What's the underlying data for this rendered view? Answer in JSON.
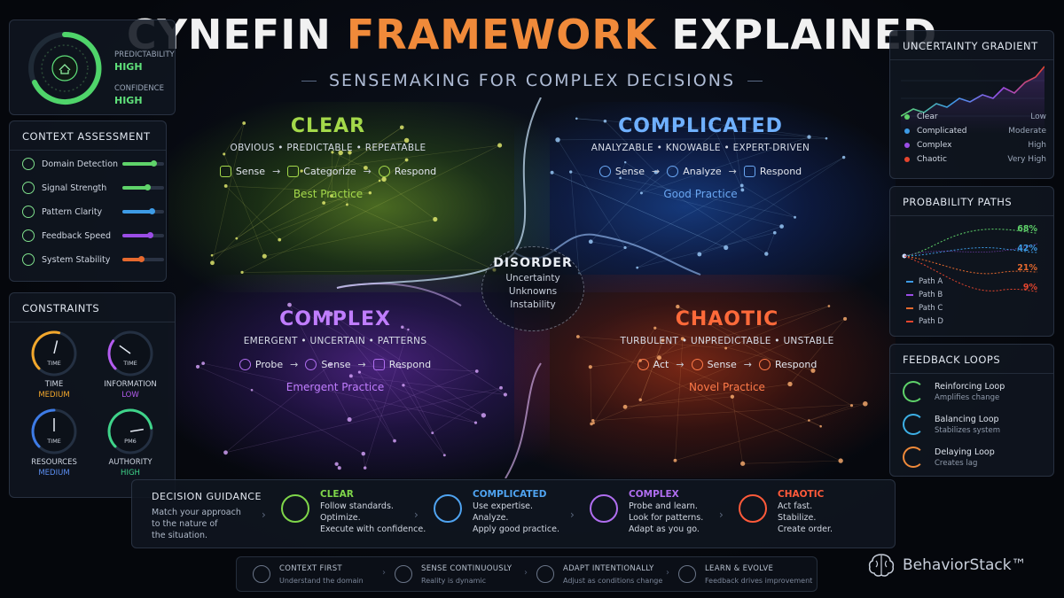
{
  "title": {
    "part1": "CYNEFIN ",
    "accent": "FRAMEWORK",
    "part2": " EXPLAINED"
  },
  "subtitle": "SENSEMAKING FOR COMPLEX DECISIONS",
  "colors": {
    "clear": "#a4d94a",
    "complicated": "#6fb0ff",
    "complex": "#c07dff",
    "chaotic": "#ff6a3a",
    "accent": "#f08a3a"
  },
  "domains": {
    "clear": {
      "name": "CLEAR",
      "tags": "OBVIOUS • PREDICTABLE • REPEATABLE",
      "steps": [
        "Sense",
        "Categorize",
        "Respond"
      ],
      "practice": "Best Practice"
    },
    "complicated": {
      "name": "COMPLICATED",
      "tags": "ANALYZABLE • KNOWABLE • EXPERT-DRIVEN",
      "steps": [
        "Sense",
        "Analyze",
        "Respond"
      ],
      "practice": "Good Practice"
    },
    "complex": {
      "name": "COMPLEX",
      "tags": "EMERGENT • UNCERTAIN • PATTERNS",
      "steps": [
        "Probe",
        "Sense",
        "Respond"
      ],
      "practice": "Emergent Practice"
    },
    "chaotic": {
      "name": "CHAOTIC",
      "tags": "TURBULENT • UNPREDICTABLE • UNSTABLE",
      "steps": [
        "Act",
        "Sense",
        "Respond"
      ],
      "practice": "Novel Practice"
    }
  },
  "disorder": {
    "name": "DISORDER",
    "lines": [
      "Uncertainty",
      "Unknowns",
      "Instability"
    ]
  },
  "predictability": {
    "label1": "PREDICTABILITY",
    "value1": "HIGH",
    "label2": "CONFIDENCE",
    "value2": "HIGH"
  },
  "context": {
    "title": "CONTEXT ASSESSMENT",
    "items": [
      {
        "label": "Domain Detection",
        "level": 0.75,
        "color": "#5fd36a"
      },
      {
        "label": "Signal Strength",
        "level": 0.6,
        "color": "#5fd36a"
      },
      {
        "label": "Pattern Clarity",
        "level": 0.7,
        "color": "#3d9be6"
      },
      {
        "label": "Feedback Speed",
        "level": 0.65,
        "color": "#9b4de6"
      },
      {
        "label": "System Stability",
        "level": 0.45,
        "color": "#e6692e"
      }
    ]
  },
  "constraints": {
    "title": "CONSTRAINTS",
    "gauges": [
      {
        "inner": "TIME",
        "caption": "TIME",
        "value": "MEDIUM",
        "color": "#f2a72c",
        "valueColor": "#f2a72c",
        "level": 0.55
      },
      {
        "inner": "TIME",
        "caption": "INFORMATION",
        "value": "LOW",
        "color": "#b45cf0",
        "valueColor": "#b45cf0",
        "level": 0.3
      },
      {
        "inner": "TIME",
        "caption": "RESOURCES",
        "value": "MEDIUM",
        "color": "#3d7be6",
        "valueColor": "#5b8ef0",
        "level": 0.5
      },
      {
        "inner": "PM6",
        "caption": "AUTHORITY",
        "value": "HIGH",
        "color": "#3fd48a",
        "valueColor": "#3fd48a",
        "level": 0.8
      }
    ]
  },
  "gradient": {
    "title": "UNCERTAINTY GRADIENT",
    "rows": [
      {
        "name": "Clear",
        "level": "Low",
        "color": "#5fd36a"
      },
      {
        "name": "Complicated",
        "level": "Moderate",
        "color": "#3d9be6"
      },
      {
        "name": "Complex",
        "level": "High",
        "color": "#9b4de6"
      },
      {
        "name": "Chaotic",
        "level": "Very High",
        "color": "#e6452e"
      }
    ]
  },
  "probability": {
    "title": "PROBABILITY PATHS",
    "pcts": [
      {
        "value": "68%",
        "color": "#5fd36a"
      },
      {
        "value": "42%",
        "color": "#3d9be6"
      },
      {
        "value": "21%",
        "color": "#e6692e"
      },
      {
        "value": "9%",
        "color": "#e6452e"
      }
    ],
    "paths": [
      {
        "name": "Path A",
        "color": "#3d9be6"
      },
      {
        "name": "Path B",
        "color": "#9b4de6"
      },
      {
        "name": "Path C",
        "color": "#e6692e"
      },
      {
        "name": "Path D",
        "color": "#e6452e"
      }
    ]
  },
  "feedback": {
    "title": "FEEDBACK LOOPS",
    "items": [
      {
        "name": "Reinforcing Loop",
        "desc": "Amplifies change",
        "color": "#5fd36a"
      },
      {
        "name": "Balancing Loop",
        "desc": "Stabilizes system",
        "color": "#3db0e6"
      },
      {
        "name": "Delaying Loop",
        "desc": "Creates lag",
        "color": "#f08a3a"
      }
    ]
  },
  "guidance": {
    "title": "DECISION GUIDANCE",
    "desc": [
      "Match your approach",
      "to the nature of",
      "the situation."
    ],
    "cols": [
      {
        "name": "CLEAR",
        "lines": [
          "Follow standards.",
          "Optimize.",
          "Execute with confidence."
        ],
        "color": "#7fd64a"
      },
      {
        "name": "COMPLICATED",
        "lines": [
          "Use expertise.",
          "Analyze.",
          "Apply good practice."
        ],
        "color": "#4fa3f0"
      },
      {
        "name": "COMPLEX",
        "lines": [
          "Probe and learn.",
          "Look for patterns.",
          "Adapt as you go."
        ],
        "color": "#b06ef0"
      },
      {
        "name": "CHAOTIC",
        "lines": [
          "Act fast.",
          "Stabilize.",
          "Create order."
        ],
        "color": "#ff5a3a"
      }
    ]
  },
  "principles": [
    {
      "name": "CONTEXT FIRST",
      "desc": "Understand the domain"
    },
    {
      "name": "SENSE CONTINUOUSLY",
      "desc": "Reality is dynamic"
    },
    {
      "name": "ADAPT INTENTIONALLY",
      "desc": "Adjust as conditions change"
    },
    {
      "name": "LEARN & EVOLVE",
      "desc": "Feedback drives improvement"
    }
  ],
  "brand": "BehaviorStack™"
}
